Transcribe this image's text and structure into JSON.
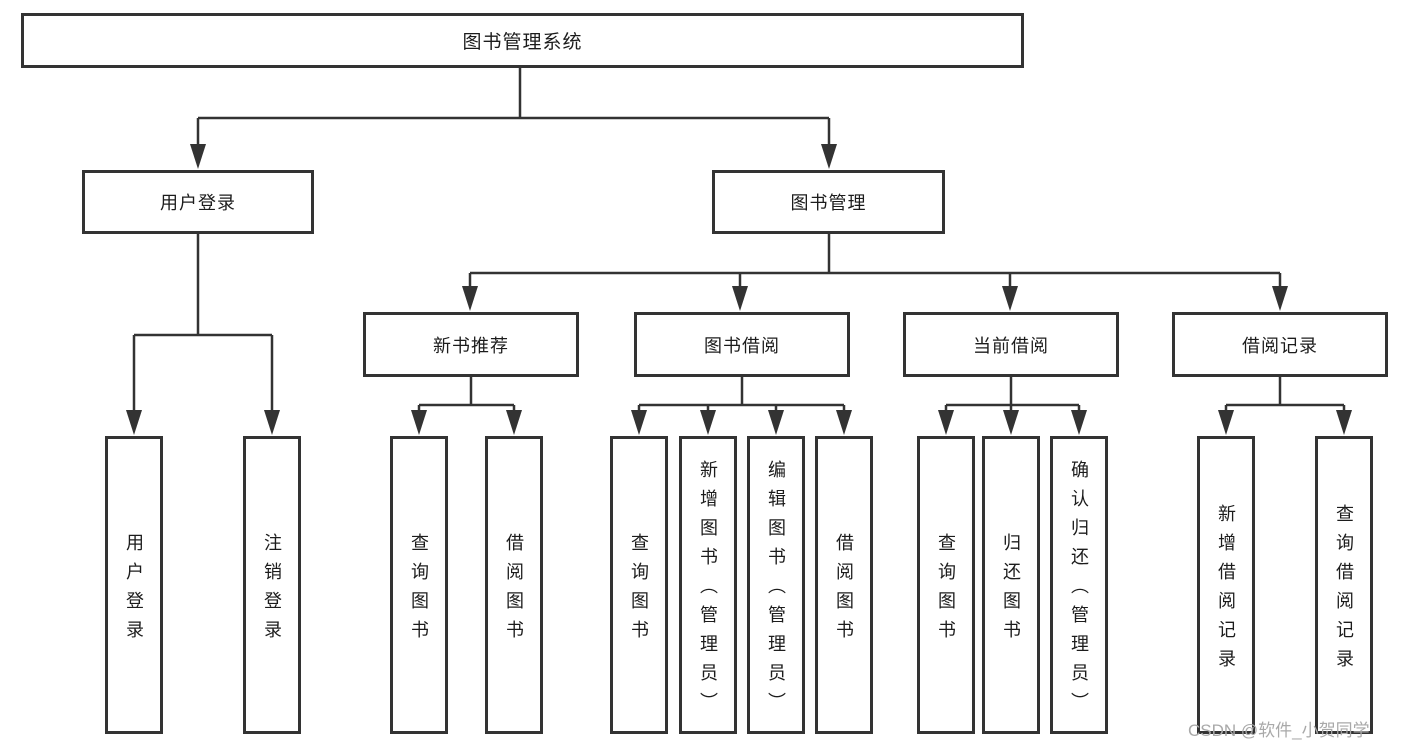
{
  "diagram": {
    "root": {
      "label": "图书管理系统"
    },
    "level2": [
      {
        "label": "用户登录"
      },
      {
        "label": "图书管理"
      }
    ],
    "level3": [
      {
        "label": "新书推荐"
      },
      {
        "label": "图书借阅"
      },
      {
        "label": "当前借阅"
      },
      {
        "label": "借阅记录"
      }
    ],
    "level4": [
      {
        "label": "用户登录"
      },
      {
        "label": "注销登录"
      },
      {
        "label": "查询图书"
      },
      {
        "label": "借阅图书"
      },
      {
        "label": "查询图书"
      },
      {
        "label": "新增图书（管理员）"
      },
      {
        "label": "编辑图书（管理员）"
      },
      {
        "label": "借阅图书"
      },
      {
        "label": "查询图书"
      },
      {
        "label": "归还图书"
      },
      {
        "label": "确认归还（管理员）"
      },
      {
        "label": "新增借阅记录"
      },
      {
        "label": "查询借阅记录"
      }
    ],
    "watermark": "CSDN @软件_小贺同学",
    "colors": {
      "line": "#333333",
      "text": "#1c1c1c",
      "background": "#ffffff",
      "watermark": "#a9a9a9"
    }
  }
}
